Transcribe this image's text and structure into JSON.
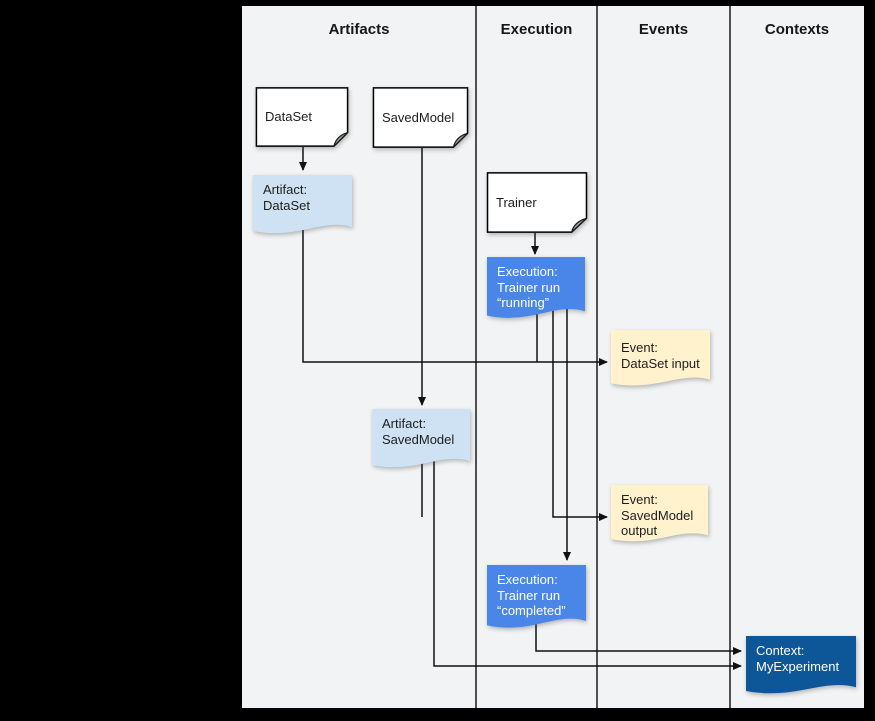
{
  "lanes": [
    {
      "label": "Artifacts"
    },
    {
      "label": "Execution"
    },
    {
      "label": "Events"
    },
    {
      "label": "Contexts"
    }
  ],
  "nodes": {
    "dataset": {
      "label": "DataSet"
    },
    "savedmodel": {
      "label": "SavedModel"
    },
    "trainer": {
      "label": "Trainer"
    },
    "artifact_dataset": {
      "label": "Artifact:\nDataSet"
    },
    "execution_running": {
      "label": "Execution:\nTrainer run\n“running”"
    },
    "event_dataset_input": {
      "label": "Event:\nDataSet input"
    },
    "artifact_savedmodel": {
      "label": "Artifact:\nSavedModel"
    },
    "event_savedmodel_output": {
      "label": "Event:\nSavedModel\noutput"
    },
    "execution_completed": {
      "label": "Execution:\nTrainer run\n“completed”"
    },
    "context_myexperiment": {
      "label": "Context:\nMyExperiment"
    }
  },
  "colors": {
    "page_bg": "#000000",
    "diagram_bg": "#f1f3f4",
    "doc_fill": "#ffffff",
    "artifact_fill": "#cfe2f3",
    "execution_fill": "#4a86e8",
    "event_fill": "#fff2cc",
    "context_fill": "#0d5799",
    "line": "#111111"
  }
}
